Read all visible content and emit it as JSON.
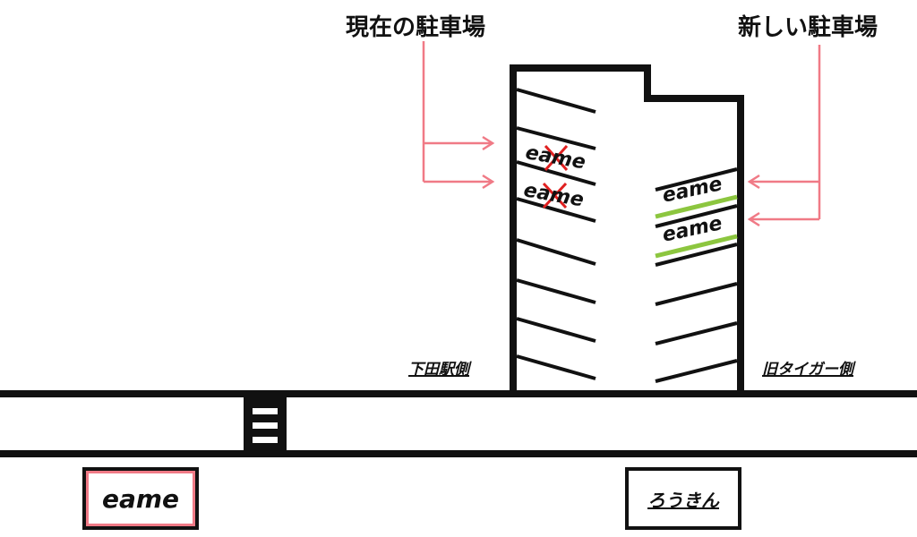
{
  "labels": {
    "current_parking": "現在の駐車場",
    "new_parking": "新しい駐車場",
    "shimoda_side": "下田駅側",
    "old_tiger_side": "旧タイガー側",
    "eame_shop": "eame",
    "rokin": "ろうきん"
  },
  "slots": {
    "old_1": "eame",
    "old_2": "eame",
    "new_1": "eame",
    "new_2": "eame"
  },
  "colors": {
    "line": "#111111",
    "arrow": "#f07a86",
    "cross": "#e02020",
    "new_underline": "#8cc63f",
    "shop_border": "#f07a86"
  }
}
